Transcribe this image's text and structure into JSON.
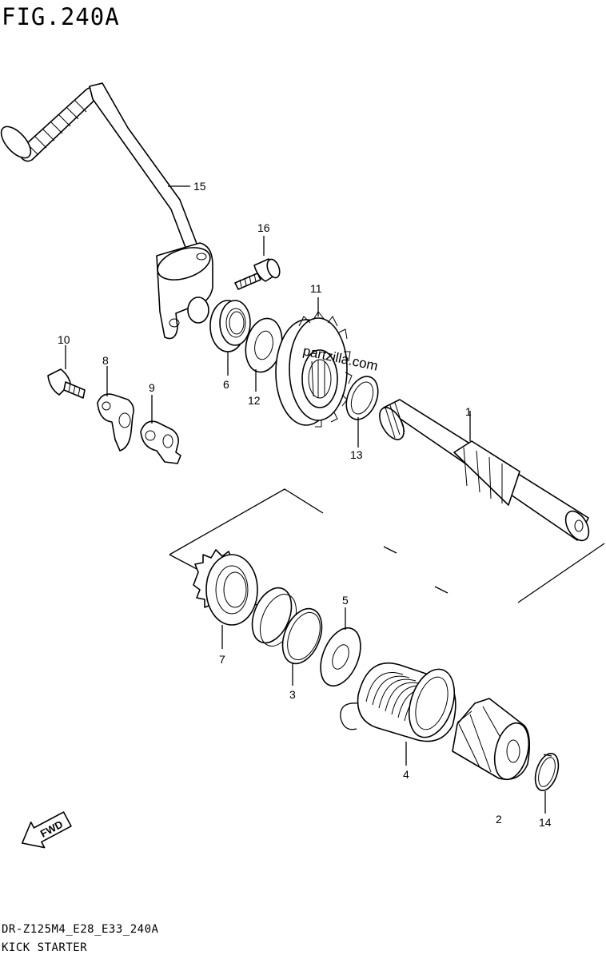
{
  "figure": {
    "title": "FIG.240A",
    "watermark": "partzilla.com",
    "code": "DR-Z125M4_E28_E33_240A",
    "name": "KICK STARTER",
    "fwd_label": "FWD"
  },
  "callouts": [
    {
      "id": "1",
      "part": "shaft"
    },
    {
      "id": "2",
      "part": "guide"
    },
    {
      "id": "3",
      "part": "spring"
    },
    {
      "id": "4",
      "part": "return-spring"
    },
    {
      "id": "5",
      "part": "washer"
    },
    {
      "id": "6",
      "part": "oil-seal"
    },
    {
      "id": "7",
      "part": "drive-gear"
    },
    {
      "id": "8",
      "part": "stopper-plate"
    },
    {
      "id": "9",
      "part": "stopper-plate"
    },
    {
      "id": "10",
      "part": "bolt"
    },
    {
      "id": "11",
      "part": "idle-gear"
    },
    {
      "id": "12",
      "part": "washer"
    },
    {
      "id": "13",
      "part": "washer"
    },
    {
      "id": "14",
      "part": "circlip"
    },
    {
      "id": "15",
      "part": "kick-lever"
    },
    {
      "id": "16",
      "part": "bolt"
    }
  ]
}
